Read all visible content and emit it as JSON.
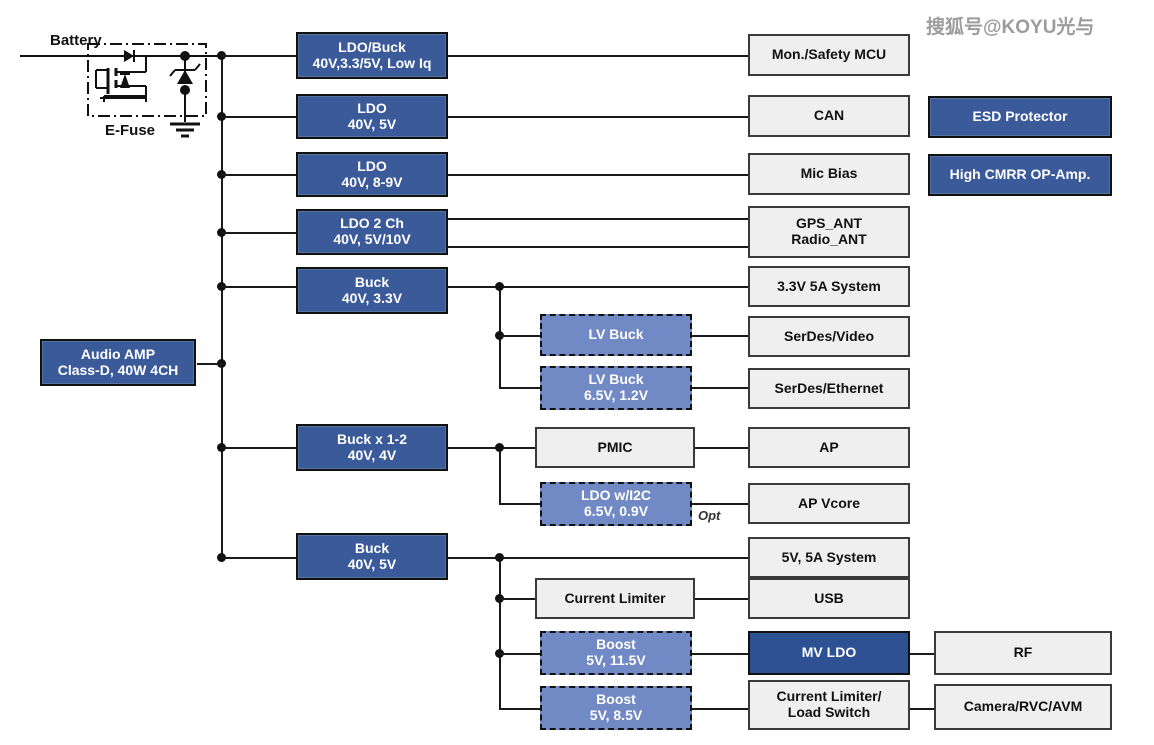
{
  "watermark": "搜狐号@KOYU光与",
  "labels": {
    "battery": "Battery",
    "efuse": "E-Fuse",
    "opt": "Opt"
  },
  "icons": {
    "efuse_symbol": "mosfet-with-body-diode-and-tvs-icon",
    "ground_symbol": "ground-icon",
    "junction_dot": "wire-junction-dot-icon"
  },
  "colors": {
    "rail_dark_blue": "#3b5a9a",
    "mv_ldo_dark_blue": "#2e5193",
    "optional_light_blue": "#7189c4",
    "load_grey": "#efefef",
    "wire_black": "#1a1a1a",
    "watermark_grey": "#8b8b8b"
  },
  "power_rail_blocks": [
    {
      "line1": "LDO/Buck",
      "line2": "40V,3.3/5V, Low Iq"
    },
    {
      "line1": "LDO",
      "line2": "40V, 5V"
    },
    {
      "line1": "LDO",
      "line2": "40V, 8-9V"
    },
    {
      "line1": "LDO  2 Ch",
      "line2": "40V, 5V/10V"
    },
    {
      "line1": "Buck",
      "line2": "40V, 3.3V"
    },
    {
      "line1": "Buck x 1-2",
      "line2": "40V, 4V"
    },
    {
      "line1": "Buck",
      "line2": "40V, 5V"
    }
  ],
  "audio_amp": {
    "line1": "Audio AMP",
    "line2": "Class-D, 40W 4CH"
  },
  "mid_blocks": [
    {
      "line1": "LV Buck",
      "line2": "",
      "style": "optional"
    },
    {
      "line1": "LV Buck",
      "line2": "6.5V, 1.2V",
      "style": "optional"
    },
    {
      "line1": "PMIC",
      "line2": "",
      "style": "load"
    },
    {
      "line1": "LDO w/I2C",
      "line2": "6.5V, 0.9V",
      "style": "optional"
    },
    {
      "line1": "Current Limiter",
      "line2": "",
      "style": "load"
    },
    {
      "line1": "Boost",
      "line2": "5V, 11.5V",
      "style": "optional"
    },
    {
      "line1": "Boost",
      "line2": "5V, 8.5V",
      "style": "optional"
    }
  ],
  "load_blocks": [
    {
      "line1": "Mon./Safety MCU",
      "line2": ""
    },
    {
      "line1": "CAN",
      "line2": ""
    },
    {
      "line1": "Mic Bias",
      "line2": ""
    },
    {
      "line1": "GPS_ANT",
      "line2": "Radio_ANT"
    },
    {
      "line1": "3.3V  5A System",
      "line2": ""
    },
    {
      "line1": "SerDes/Video",
      "line2": ""
    },
    {
      "line1": "SerDes/Ethernet",
      "line2": ""
    },
    {
      "line1": "AP",
      "line2": ""
    },
    {
      "line1": "AP Vcore",
      "line2": ""
    },
    {
      "line1": "5V, 5A System",
      "line2": ""
    },
    {
      "line1": "USB",
      "line2": ""
    },
    {
      "line1": "MV LDO",
      "line2": ""
    },
    {
      "line1": "Current Limiter/",
      "line2": "Load Switch"
    }
  ],
  "far_right_blocks": [
    {
      "line1": "RF",
      "line2": ""
    },
    {
      "line1": "Camera/RVC/AVM",
      "line2": ""
    }
  ],
  "aside_blocks": [
    {
      "line1": "ESD Protector"
    },
    {
      "line1": "High CMRR OP-Amp."
    }
  ]
}
